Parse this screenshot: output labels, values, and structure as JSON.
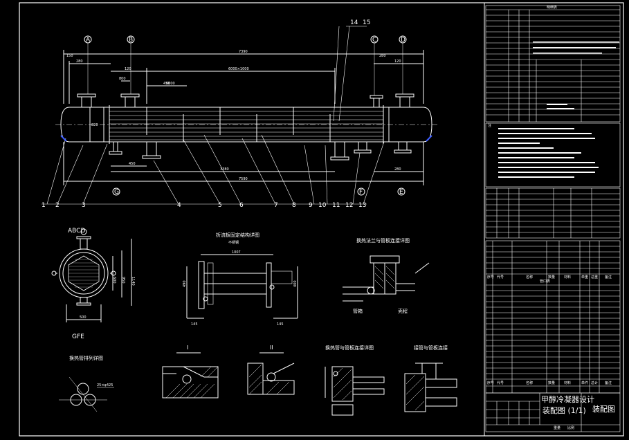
{
  "drawing": {
    "main_view": {
      "nozzle_letters_top": [
        "A",
        "B",
        "C",
        "D"
      ],
      "nozzle_letters_bottom": [
        "G",
        "F",
        "E"
      ],
      "part_numbers": [
        "1",
        "2",
        "3",
        "4",
        "5",
        "6",
        "7",
        "8",
        "9",
        "10",
        "11",
        "12",
        "13",
        "14",
        "15"
      ],
      "dims": {
        "overall": "7390",
        "tube_len": "6000",
        "left_offset": "280",
        "nozzle_span": "800",
        "baffle": "450",
        "base_span": "3380",
        "bottom_total": "7590",
        "left_small": "150",
        "right_small": "280",
        "mid_left": "120",
        "mid_right": "120",
        "vertical": "820",
        "foot_gap": "450",
        "foot_right": "280",
        "top_mid": "6000×1000"
      }
    },
    "section_view": {
      "letters_top": "ABCD",
      "letters_bottom": "GFE",
      "dims": {
        "height": "1140",
        "h2": "950",
        "h3": "600",
        "width": "500"
      }
    },
    "titles": {
      "baffle_detail": "折流板固定结构详图",
      "baffle_sub": "不锈钢",
      "flange_detail": "换热法兰与管板连接详图",
      "tube_layout": "换热管排列详图",
      "tube_sheet_detail": "换热管与管板连接详图",
      "nozzle_detail": "接管与管板连接",
      "roman_1": "I",
      "roman_2": "II"
    },
    "flange_labels": {
      "left": "管箱",
      "right": "壳程"
    },
    "baffle_dims": {
      "top": "1007",
      "left": "490",
      "right": "400",
      "bl": "145",
      "br": "145"
    },
    "tube_layout_note": "25×φ425",
    "title_block": {
      "drawing_title_line1": "甲醇冷凝器设计",
      "drawing_title_line2": "装配图 (1/1)",
      "drawing_name": "装配图",
      "note_header_1": "注",
      "note_header_2": "明细表",
      "parts_header": [
        "序号",
        "代号",
        "名称",
        "数量",
        "材料",
        "单重",
        "总重",
        "备注"
      ],
      "parts_header_2": [
        "序号",
        "代号",
        "名称",
        "数量",
        "材料",
        "单件",
        "总计",
        "备注"
      ],
      "parts_subheader": "管口表",
      "weight_label": "重量",
      "scale_label": "比例"
    }
  }
}
